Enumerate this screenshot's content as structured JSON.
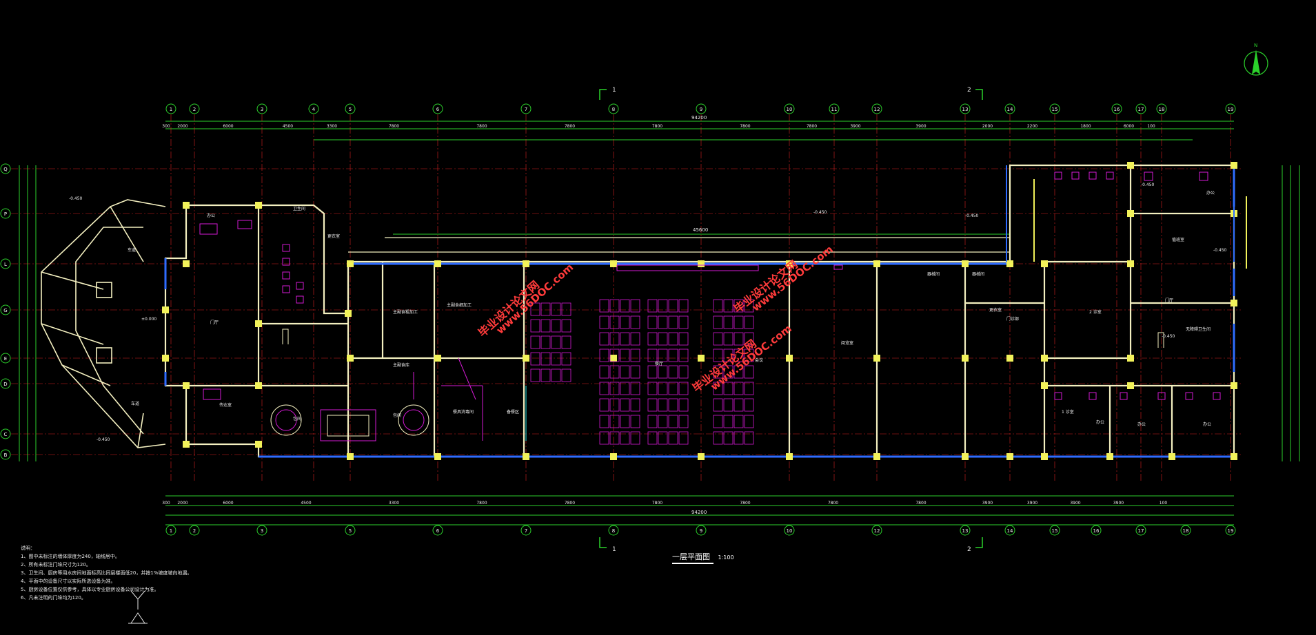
{
  "drawing": {
    "title": "一层平面图",
    "scale": "1:100"
  },
  "watermarks": [
    {
      "cn": "毕业设计论文网",
      "url": "www.56DOC.com"
    },
    {
      "cn": "毕业设计论文网",
      "url": "www.56DOC.com"
    },
    {
      "cn": "毕业设计论文网",
      "url": "www.56DOC.com"
    }
  ],
  "axes_top": [
    "1",
    "2",
    "3",
    "4",
    "5",
    "6",
    "7",
    "8",
    "9",
    "10",
    "11",
    "12",
    "13",
    "14",
    "15",
    "16",
    "17",
    "18",
    "19"
  ],
  "axes_bottom": [
    "1",
    "2",
    "3",
    "5",
    "6",
    "7",
    "8",
    "9",
    "10",
    "12",
    "13",
    "14",
    "15",
    "16",
    "17",
    "18",
    "19"
  ],
  "axes_left": [
    "Q",
    "P",
    "L",
    "G",
    "E",
    "D",
    "C",
    "B"
  ],
  "dims": {
    "total": "94200",
    "row2_top": [
      "300",
      "2000",
      "6000",
      "4500",
      "3300",
      "7800",
      "7800",
      "7800",
      "7800",
      "7800",
      "7800",
      "3900",
      "3900",
      "2000",
      "2200",
      "1800",
      "6000",
      "100"
    ],
    "row1_bottom": [
      "300",
      "2000",
      "6000",
      "4500",
      "3300",
      "7800",
      "7800",
      "7800",
      "7800",
      "7800",
      "7800",
      "3900",
      "3900",
      "3900",
      "3900",
      "100"
    ],
    "inner": "45600"
  },
  "section_marks": [
    "1",
    "2",
    "1",
    "2"
  ],
  "north": "N",
  "rooms": [
    {
      "label": "办公"
    },
    {
      "label": "卫生间"
    },
    {
      "label": "更衣室"
    },
    {
      "label": "门厅"
    },
    {
      "label": "主副食粗加工"
    },
    {
      "label": "主副食细加工"
    },
    {
      "label": "主副食库"
    },
    {
      "label": "餐具消毒间"
    },
    {
      "label": "备餐区"
    },
    {
      "label": "包间"
    },
    {
      "label": "包间"
    },
    {
      "label": "传达室"
    },
    {
      "label": "餐厅"
    },
    {
      "label": "会议"
    },
    {
      "label": "阅览室"
    },
    {
      "label": "器械间"
    },
    {
      "label": "器械间"
    },
    {
      "label": "更衣室"
    },
    {
      "label": "门诊部"
    },
    {
      "label": "2 诊室"
    },
    {
      "label": "1 诊室"
    },
    {
      "label": "办公"
    },
    {
      "label": "值班室"
    },
    {
      "label": "门厅"
    },
    {
      "label": "无障碍卫生间"
    },
    {
      "label": "办公"
    },
    {
      "label": "办公"
    },
    {
      "label": "办公"
    },
    {
      "label": "车道"
    },
    {
      "label": "车道"
    }
  ],
  "elevations": [
    "-0.450",
    "±0.000",
    "-0.450",
    "-0.450",
    "-0.450",
    "-0.450",
    "-0.450",
    "-0.450"
  ],
  "notes": [
    "说明：",
    "1、图中未标注的墙体厚度为240，轴线居中。",
    "2、所有未标注门垛尺寸为120。",
    "3、卫生间、厨房等用水房间地面标高比同层楼面低20，并按1%坡度坡向地漏。",
    "4、平面中的设备尺寸以实际所选设备为准。",
    "5、厨房设备位置仅供参考，具体以专业厨房设备公司设计为准。",
    "6、凡未注明的门垛均为120。"
  ],
  "colors": {
    "wall": "#f4f0c0",
    "axis": "#ff2a2a",
    "dim": "#2bd12b",
    "column": "#f2f25a",
    "window": "#2f6cff",
    "furniture": "#d51ad5",
    "watermark": "#ff3b3b",
    "label": "#f0f0f0",
    "cyan": "#24e0e0"
  }
}
